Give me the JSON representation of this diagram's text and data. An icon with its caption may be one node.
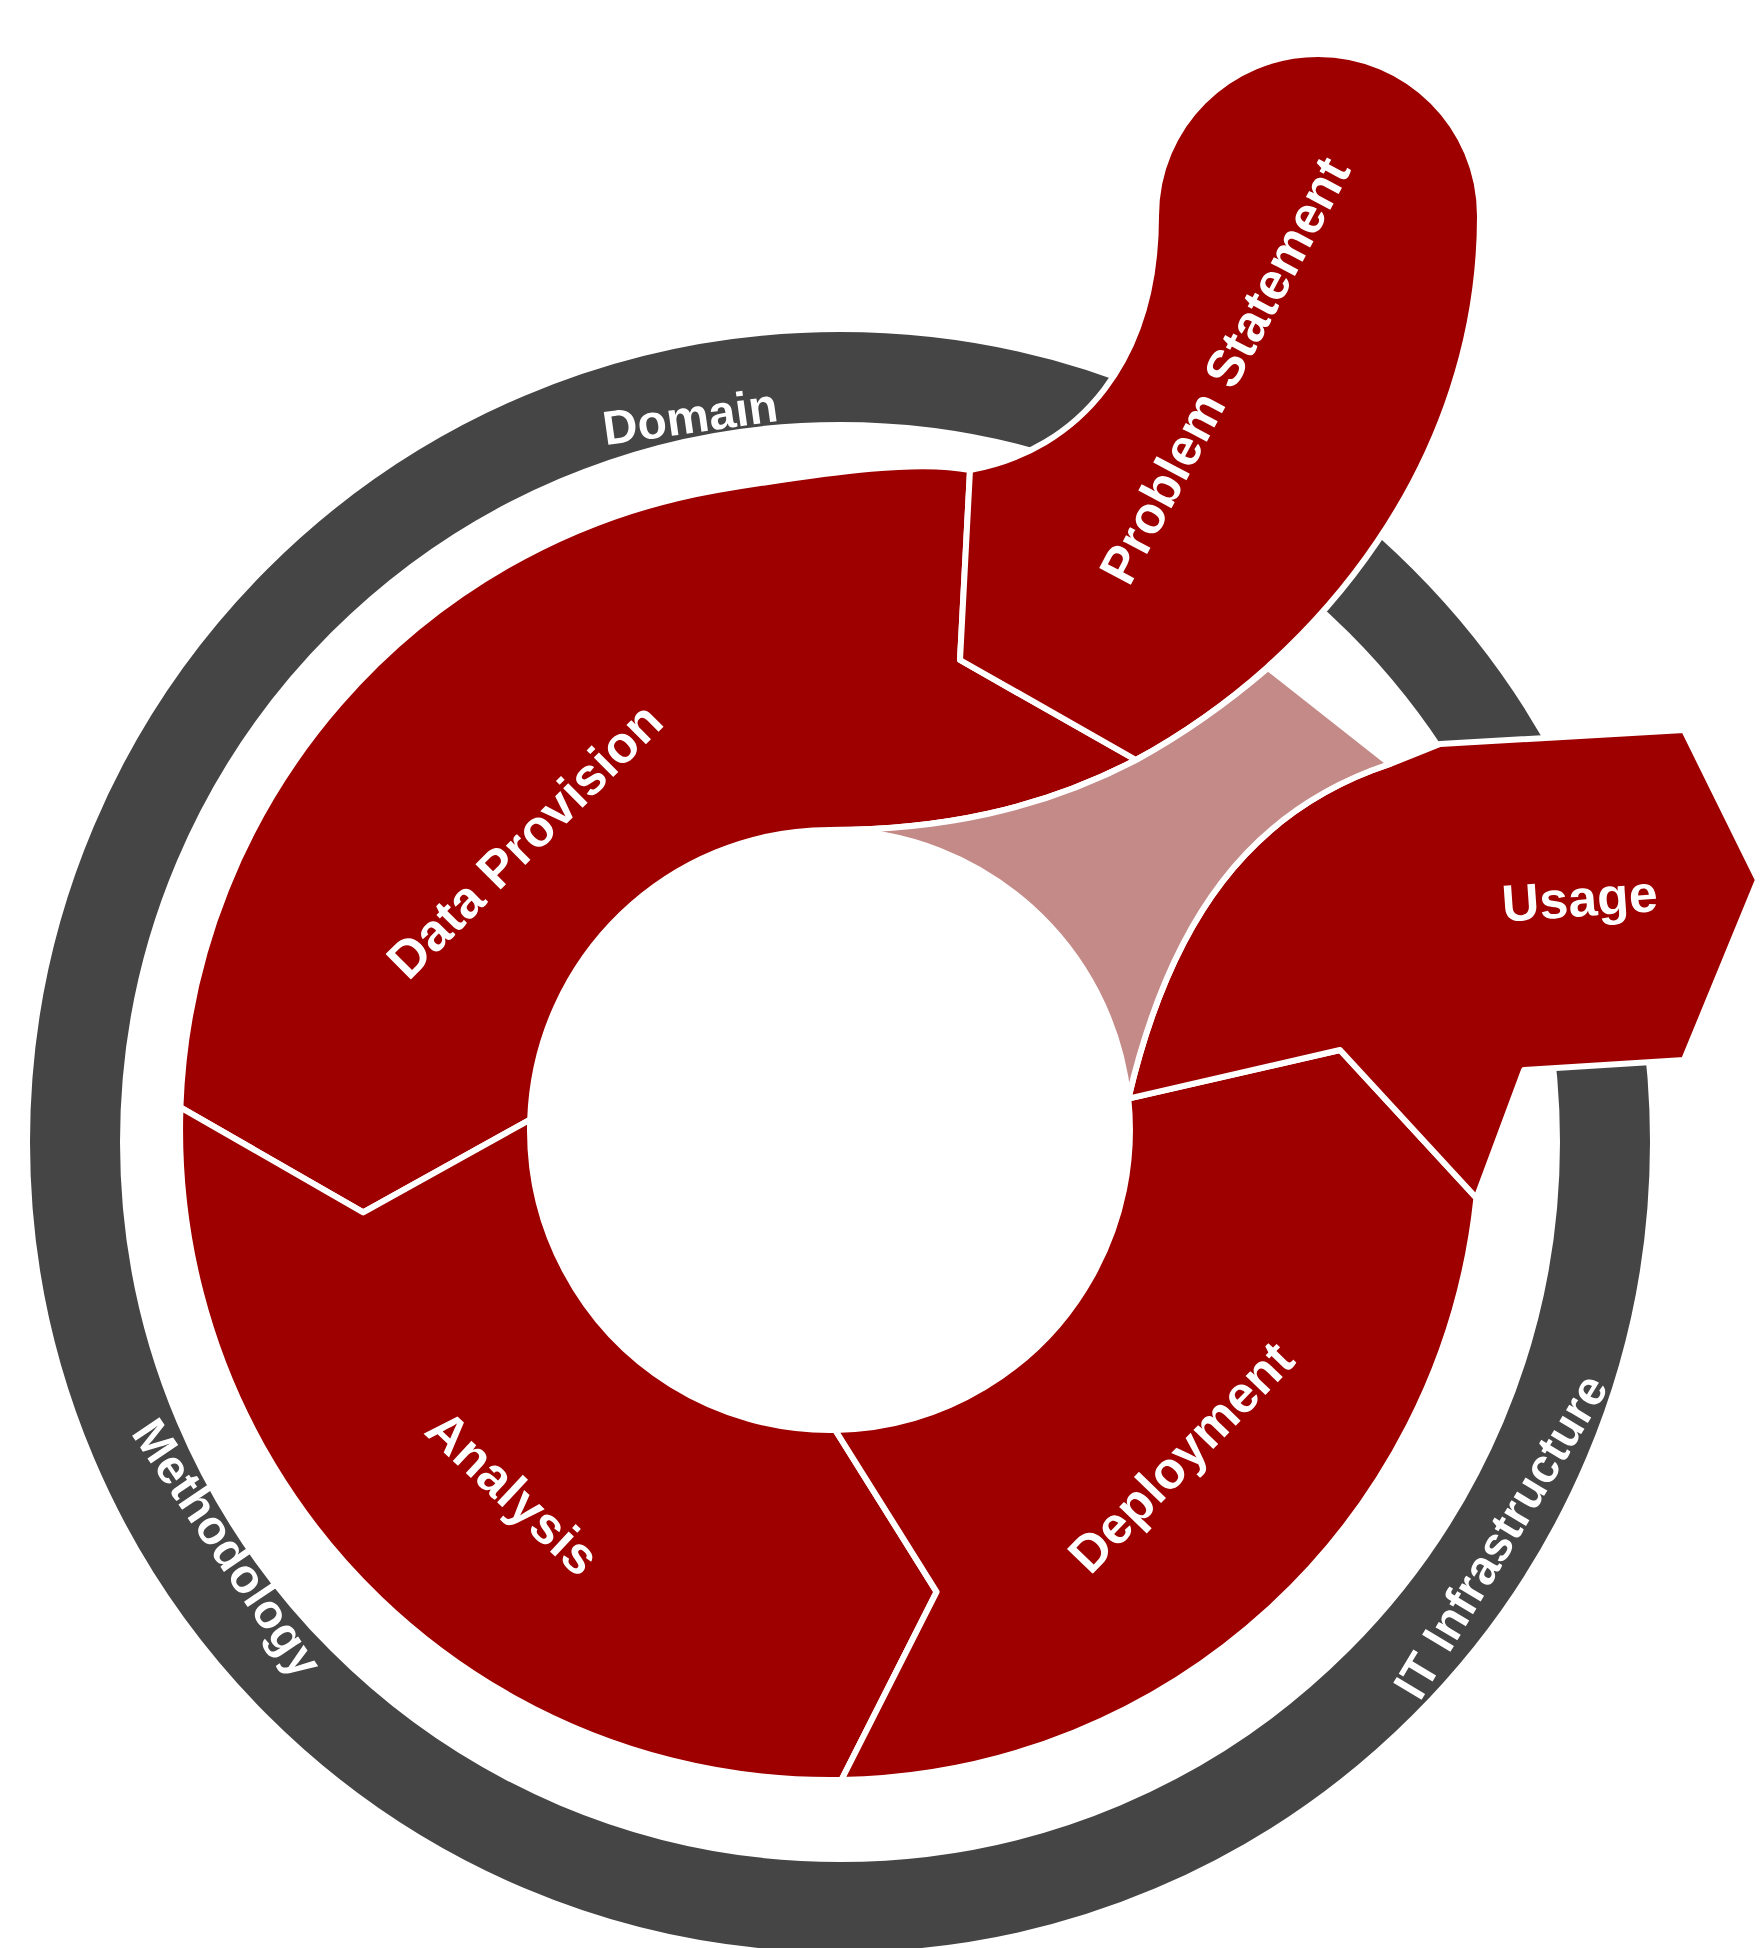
{
  "diagram": {
    "nodes": [
      {
        "text": [
          "Domain",
          "Methodology",
          "IT Infrastructure"
        ]
      },
      {
        "text": [
          "Problem Statement"
        ]
      },
      {
        "text": [
          "Data Provision"
        ],
        "in": 0
      },
      {
        "text": [
          "Analysis"
        ],
        "in": 0
      },
      {
        "text": [
          "Deployment"
        ],
        "in": 0
      },
      {
        "text": [
          "Usage"
        ]
      },
      {
        "text": [],
        "shape": "band",
        "in": 0
      }
    ]
  }
}
